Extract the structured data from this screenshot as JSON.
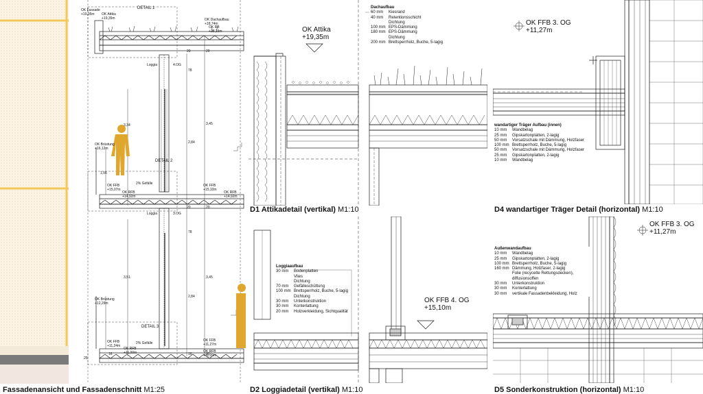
{
  "captions": {
    "facade": {
      "title": "Fassadenansicht und Fassadenschnitt",
      "scale": "M1:25"
    },
    "d1": {
      "title": "D1 Attikadetail (vertikal)",
      "scale": "M1:10"
    },
    "d2": {
      "title": "D2 Loggiadetail (vertikal)",
      "scale": "M1:10"
    },
    "d4": {
      "title": "D4 wandartiger Träger Detail (horizontal)",
      "scale": "M1:10"
    },
    "d5": {
      "title": "D5 Sonderkonstruktion (horizontal)",
      "scale": "M1:10"
    }
  },
  "section_labels": {
    "ok_fassade": "OK Fassade",
    "ok_fassade_v": "+19,35m",
    "ok_attika": "OK Attika",
    "ok_attika_v": "+19,35m",
    "detail1": "DETAIL 1",
    "ok_dachaufbau": "OK Dachaufbau",
    "ok_dachaufbau_v": "+18,74m",
    "ok_rb": "OK RB",
    "ok_rb_v": "+18,15m",
    "loggia1": "Loggia",
    "og4": "4.OG",
    "ok_bruestung1": "OK Brüstung",
    "ok_bruestung1_v": "+16,12m",
    "detail2": "DETAIL 2",
    "ok_ffb1": "OK FFB",
    "ok_ffb1_v": "+15,07m",
    "gefaelle1": "2% Gefälle",
    "ok_rfb1": "OK RFB",
    "ok_rfb1_v": "+14,92m",
    "ok_ffb2": "OK FFB",
    "ok_ffb2_v": "+15,10m",
    "ok_rfb2": "OK RFB",
    "ok_rfb2_v": "+14,92m",
    "loggia2": "Loggia",
    "og3": "3.OG",
    "ok_bruestung2": "OK Brüstung",
    "ok_bruestung2_v": "+12,29m",
    "detail3": "DETAIL 3",
    "ok_ffb3": "OK FFB",
    "ok_ffb3_v": "+11,24m",
    "gefaelle2": "2% Gefälle",
    "ok_rfb3": "OK RFB",
    "ok_rfb3_v": "+11,00m",
    "ok_ffb4": "OK FFB",
    "ok_ffb4_v": "+11,27m",
    "ok_rfb4": "OK RFB",
    "ok_rfb4_v": "+11,09m"
  },
  "dims": [
    "78",
    "3,34",
    "2,84",
    "3,45",
    "1,06",
    "78",
    "3,51",
    "2,84",
    "3,45",
    "20",
    "20",
    "20",
    "20",
    "16",
    "25",
    "16",
    "20"
  ],
  "levels": {
    "d1_attika": {
      "label": "OK Attika",
      "value": "+19,35m"
    },
    "d2_ffb": {
      "label": "OK FFB 4. OG",
      "value": "+15,10m"
    },
    "d4_ffb": {
      "label": "OK FFB 3. OG",
      "value": "+11,27m"
    },
    "d5_ffb": {
      "label": "OK FFB 3. OG",
      "value": "+11,27m"
    }
  },
  "dachaufbau": {
    "title": "Dachaufbau",
    "rows": [
      {
        "t": "60 mm",
        "d": "Kiesrand"
      },
      {
        "t": "40 mm",
        "d": "Retentionsschicht"
      },
      {
        "t": "",
        "d": "Dichtung"
      },
      {
        "t": "100 mm",
        "d": "EPS-Dämmung"
      },
      {
        "t": "180 mm",
        "d": "EPS-Dämmung"
      },
      {
        "t": "",
        "d": "Dichtung"
      },
      {
        "t": "200 mm",
        "d": "Brettsperrholz, Buche, 5-lagig"
      }
    ]
  },
  "loggiaaufbau": {
    "title": "Loggiaaufbau",
    "rows": [
      {
        "t": "30 mm",
        "d": "Bodenplatten"
      },
      {
        "t": "",
        "d": "Vlies"
      },
      {
        "t": "",
        "d": "Dichtung"
      },
      {
        "t": "70 mm",
        "d": "Gefälleschüttung"
      },
      {
        "t": "100 mm",
        "d": "Brettsperrholz, Buche, 5-lagig"
      },
      {
        "t": "",
        "d": "Dichtung"
      },
      {
        "t": "30 mm",
        "d": "Unterkonstruktion"
      },
      {
        "t": "30 mm",
        "d": "Konterlattung"
      },
      {
        "t": "20 mm",
        "d": "Holzverkleidung, Sichtqualität"
      }
    ]
  },
  "traeger": {
    "title": "wandartiger Träger Aufbau (innen)",
    "rows": [
      {
        "t": "10 mm",
        "d": "Wandbelag"
      },
      {
        "t": "25 mm",
        "d": "Gipskartonplatten, 2-lagig"
      },
      {
        "t": "50 mm",
        "d": "Vorsatzschale mit Dämmung, Holzfaser"
      },
      {
        "t": "100 mm",
        "d": "Brettsperrholz, Buche, 5-lagig"
      },
      {
        "t": "50 mm",
        "d": "Vorsatzschale mit Dämmung, Holzfaser"
      },
      {
        "t": "25 mm",
        "d": "Gipskartonplatten, 2-lagig"
      },
      {
        "t": "10 mm",
        "d": "Wandbelag"
      }
    ]
  },
  "aussenwand": {
    "title": "Außenwandaufbau",
    "rows": [
      {
        "t": "10 mm",
        "d": "Wandbelag"
      },
      {
        "t": "25 mm",
        "d": "Gipskartonplatten, 2-lagig"
      },
      {
        "t": "100 mm",
        "d": "Brettsperrholz, Buche, 5-lagig"
      },
      {
        "t": "160 mm",
        "d": "Dämmung, Holzfaser, 2-lagig"
      },
      {
        "t": "",
        "d": "Folie (recycelte Rettungsdecken), diffusionsoffen"
      },
      {
        "t": "30 mm",
        "d": "Unterkonstruktion"
      },
      {
        "t": "30 mm",
        "d": "Konterlattung"
      },
      {
        "t": "30 mm",
        "d": "vertikale Fassadenbekleidung, Holz"
      }
    ]
  },
  "colors": {
    "facade_yellow": "#f2c85a",
    "facade_bg": "#fbf3e3",
    "figure": "#e0a72e",
    "line": "#1a1a1a"
  }
}
